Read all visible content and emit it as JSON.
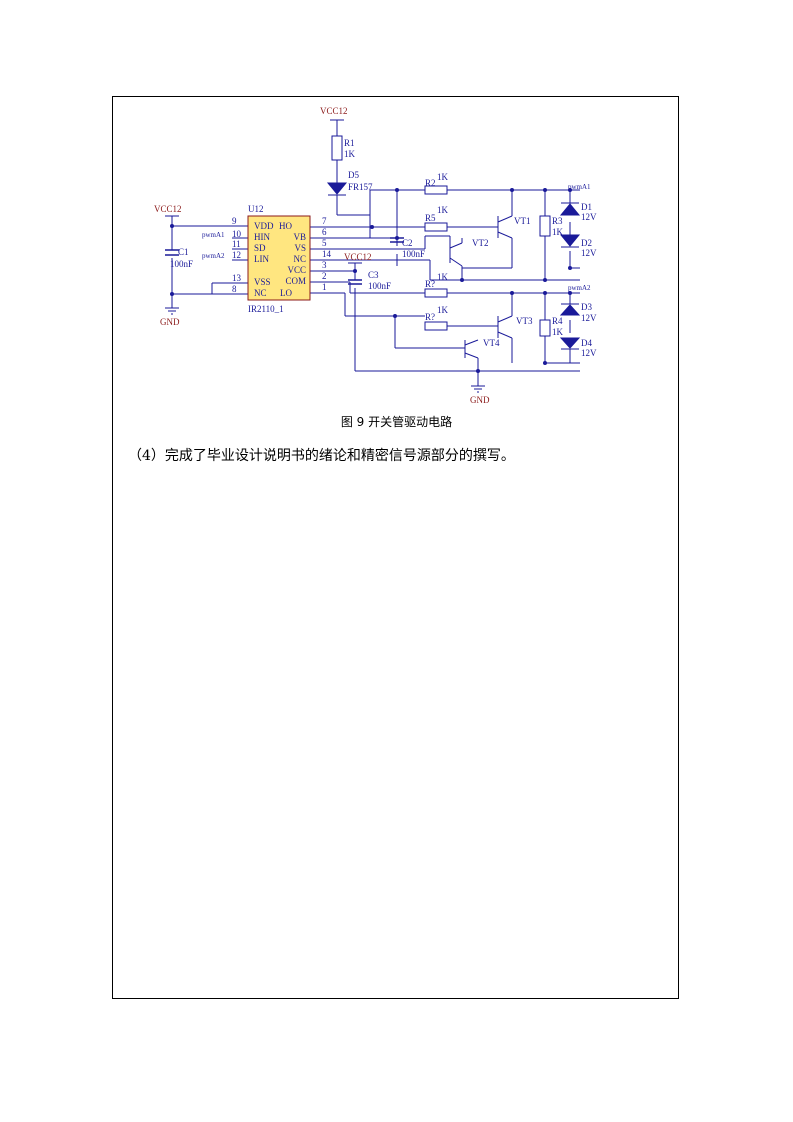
{
  "colors": {
    "wire": "#1a1a99",
    "label": "#1a1a99",
    "net": "#8b1a1a",
    "chip": "#ffe680",
    "chipBorder": "#8b1a1a"
  },
  "nets": {
    "vcc_top": "VCC12",
    "vcc_left": "VCC12",
    "vcc_mid": "VCC12",
    "gnd_left": "GND",
    "gnd_bottom": "GND"
  },
  "chip": {
    "ref": "U12",
    "part": "IR2110_1",
    "left_pins": [
      {
        "num": "9",
        "name": "VDD"
      },
      {
        "num": "10",
        "name": "HIN"
      },
      {
        "num": "11",
        "name": "SD"
      },
      {
        "num": "12",
        "name": "LIN"
      },
      {
        "num": "13",
        "name": "VSS"
      },
      {
        "num": "8",
        "name": "NC"
      }
    ],
    "right_pins": [
      {
        "num": "7",
        "name": "HO"
      },
      {
        "num": "6",
        "name": "VB"
      },
      {
        "num": "5",
        "name": "VS"
      },
      {
        "num": "14",
        "name": "NC"
      },
      {
        "num": "3",
        "name": "VCC"
      },
      {
        "num": "2",
        "name": "COM"
      },
      {
        "num": "1",
        "name": "LO"
      }
    ],
    "inputs": [
      "pwmA1",
      "pwmA2"
    ]
  },
  "components": {
    "r1": {
      "ref": "R1",
      "val": "1K"
    },
    "d5": {
      "ref": "D5",
      "val": "FR157"
    },
    "c1": {
      "ref": "C1",
      "val": "100nF"
    },
    "c2": {
      "ref": "C2",
      "val": "100nF"
    },
    "c3": {
      "ref": "C3",
      "val": "100nF"
    },
    "r_top1": {
      "ref": "R2",
      "val": "1K"
    },
    "r_top2": {
      "ref": "R5",
      "val": "1K"
    },
    "r_bot1": {
      "ref": "R?",
      "val": "1K"
    },
    "r_bot2": {
      "ref": "R?",
      "val": "1K"
    },
    "r3": {
      "ref": "R3",
      "val": "1K"
    },
    "r4": {
      "ref": "R4",
      "val": "1K"
    },
    "vt1": "VT1",
    "vt2": "VT2",
    "vt3": "VT3",
    "vt4": "VT4",
    "d1": {
      "ref": "D1",
      "val": "12V"
    },
    "d2": {
      "ref": "D2",
      "val": "12V"
    },
    "d3": {
      "ref": "D3",
      "val": "12V"
    },
    "d4": {
      "ref": "D4",
      "val": "12V"
    },
    "out1": "pwmA1",
    "out2": "pwmA2"
  },
  "caption": "图 9  开关管驱动电路",
  "paragraph": "（4）完成了毕业设计说明书的绪论和精密信号源部分的撰写。"
}
